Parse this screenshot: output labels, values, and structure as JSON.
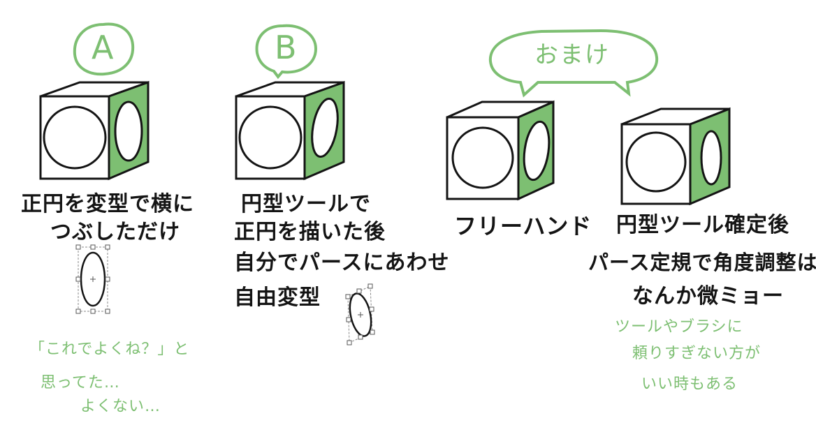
{
  "panelA": {
    "badge": "A",
    "caption_line1": "正円を変型で横に",
    "caption_line2": "つぶしただけ",
    "note_line1": "「これでよくね？」と",
    "note_line2": "思ってた…",
    "note_line3": "よくない…"
  },
  "panelB": {
    "badge": "B",
    "caption_line1": "円型ツールで",
    "caption_line2": "正円を描いた後",
    "caption_line3": "自分でパースにあわせ",
    "caption_line4": "自由変型"
  },
  "bonus": {
    "label": "おまけ",
    "freehand_caption": "フリーハンド",
    "tool_caption_line1": "円型ツール確定後",
    "tool_caption_line2": "パース定規で角度調整は",
    "tool_caption_line3": "なんか微ミョー",
    "note_line1": "ツールやブラシに",
    "note_line2": "頼りすぎない方が",
    "note_line3": "いい時もある"
  },
  "colors": {
    "accent_green": "#7dbf72",
    "ink": "#141414",
    "face_white": "#ffffff"
  }
}
